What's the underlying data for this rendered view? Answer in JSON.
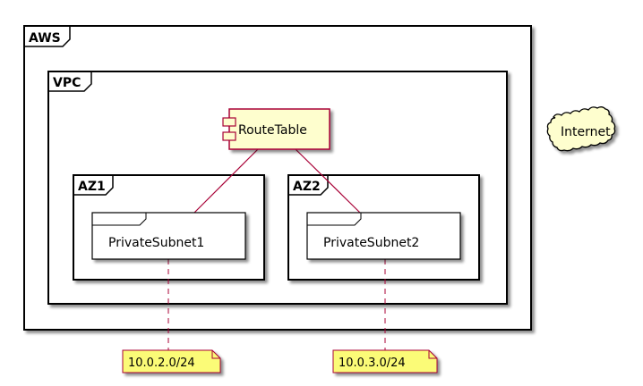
{
  "containers": {
    "aws": "AWS",
    "vpc": "VPC",
    "az1": "AZ1",
    "az2": "AZ2"
  },
  "nodes": {
    "route_table": "RouteTable",
    "private_subnet_1": "PrivateSubnet1",
    "private_subnet_2": "PrivateSubnet2",
    "internet": "Internet"
  },
  "notes": {
    "subnet1_cidr": "10.0.2.0/24",
    "subnet2_cidr": "10.0.3.0/24"
  },
  "colors": {
    "component_fill": "#FEFECE",
    "component_border": "#A80036",
    "link": "#A80036",
    "note_fill": "#FBFB77",
    "note_border": "#A80036",
    "frame": "#000000"
  }
}
